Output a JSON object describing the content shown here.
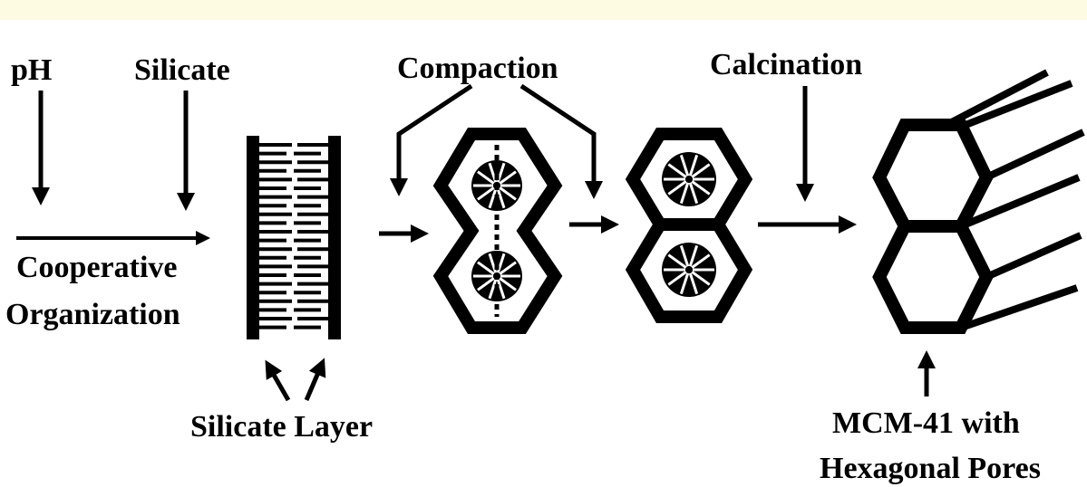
{
  "colors": {
    "top_band": "#fdfbe2",
    "ink": "#000000",
    "background": "#ffffff"
  },
  "labels": {
    "ph": "pH",
    "silicate": "Silicate",
    "compaction": "Compaction",
    "calcination": "Calcination",
    "cooperative_line1": "Cooperative",
    "cooperative_line2": "Organization",
    "silicate_layer": "Silicate Layer",
    "product_line1": "MCM-41 with",
    "product_line2": "Hexagonal Pores"
  }
}
